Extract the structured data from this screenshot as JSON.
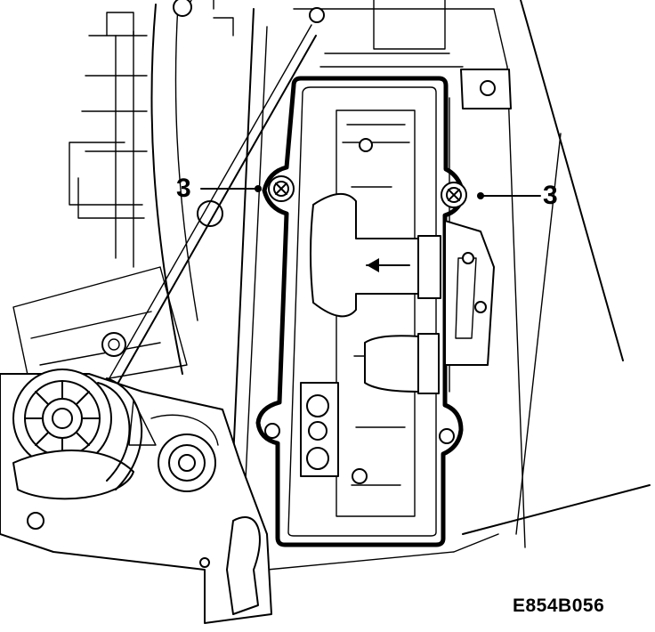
{
  "diagram": {
    "callouts": [
      {
        "label": "3"
      },
      {
        "label": "3"
      }
    ],
    "reference_code": "E854B056"
  }
}
